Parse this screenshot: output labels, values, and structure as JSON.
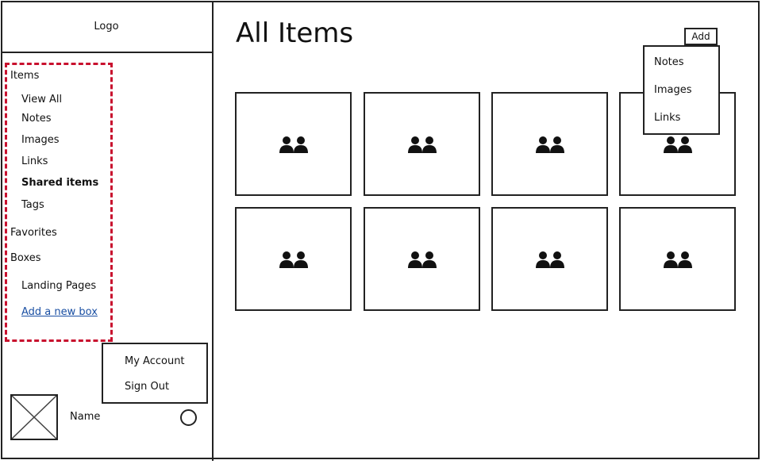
{
  "sidebar": {
    "logo": "Logo",
    "items_label": "Items",
    "items": [
      {
        "label": "View All"
      },
      {
        "label": "Notes"
      },
      {
        "label": "Images"
      },
      {
        "label": "Links"
      },
      {
        "label": "Shared items"
      },
      {
        "label": "Tags"
      }
    ],
    "favorites_label": "Favorites",
    "boxes_label": "Boxes",
    "boxes": [
      {
        "label": "Landing Pages"
      }
    ],
    "add_box_label": "Add a new box",
    "account_menu": {
      "my_account": "My Account",
      "sign_out": "Sign Out"
    },
    "user_name": "Name"
  },
  "main": {
    "title": "All Items",
    "add_button": "Add",
    "add_menu": [
      "Notes",
      "Images",
      "Links"
    ],
    "card_icon": "users-icon",
    "card_count": 8
  },
  "colors": {
    "highlight_dashed": "#c8102e",
    "link": "#1a4fa3"
  }
}
